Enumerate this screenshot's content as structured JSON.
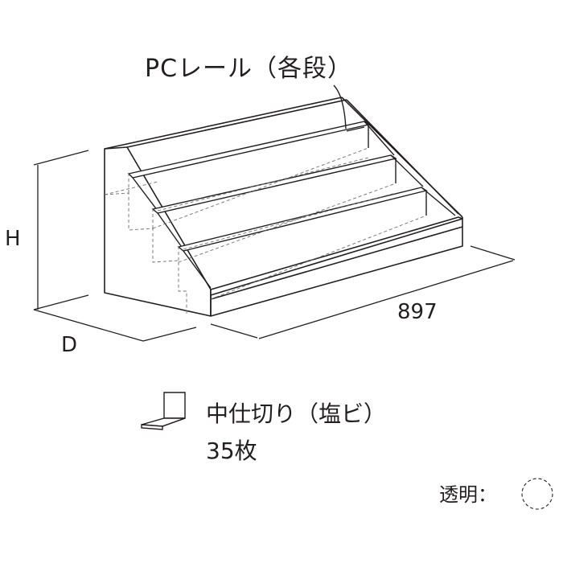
{
  "callout": {
    "label": "PCレール（各段）"
  },
  "dimensions": {
    "height_label": "H",
    "depth_label": "D",
    "width_label": "897"
  },
  "accessory": {
    "name": "中仕切り（塩ビ）",
    "quantity": "35枚",
    "icon": "divider-icon"
  },
  "legend": {
    "label": "透明：",
    "icon": "dashed-circle-icon"
  },
  "colors": {
    "line": "#231f20",
    "hidden_line": "#6d6e71",
    "background": "#ffffff"
  }
}
